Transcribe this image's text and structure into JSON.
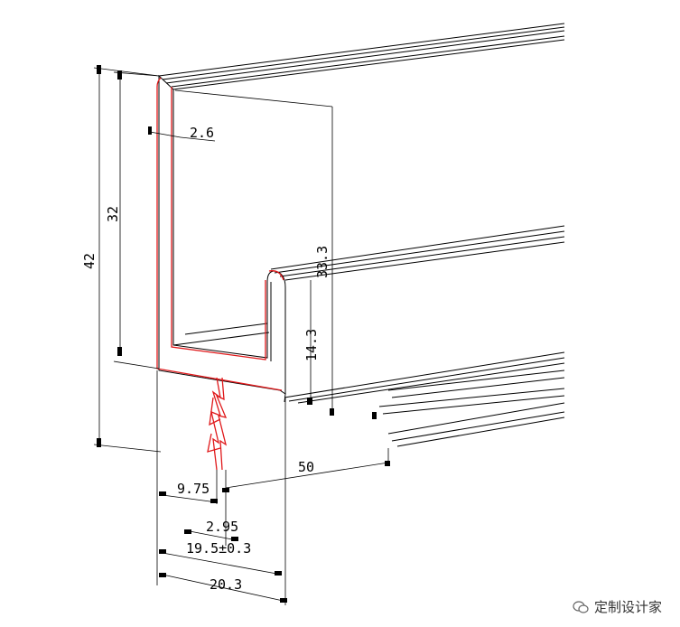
{
  "dimensions": {
    "total_height": "42",
    "outer_height": "32",
    "wall_thickness": "2.6",
    "inner_depth": "33.3",
    "lip_height": "14.3",
    "offset": "9.75",
    "slot": "2.95",
    "inner_width": "19.5±0.3",
    "outer_width": "20.3",
    "length": "50"
  },
  "watermark": {
    "text": "定制设计家",
    "icon": "wechat-icon"
  },
  "colors": {
    "line": "#000000",
    "accent": "#e0191b"
  }
}
